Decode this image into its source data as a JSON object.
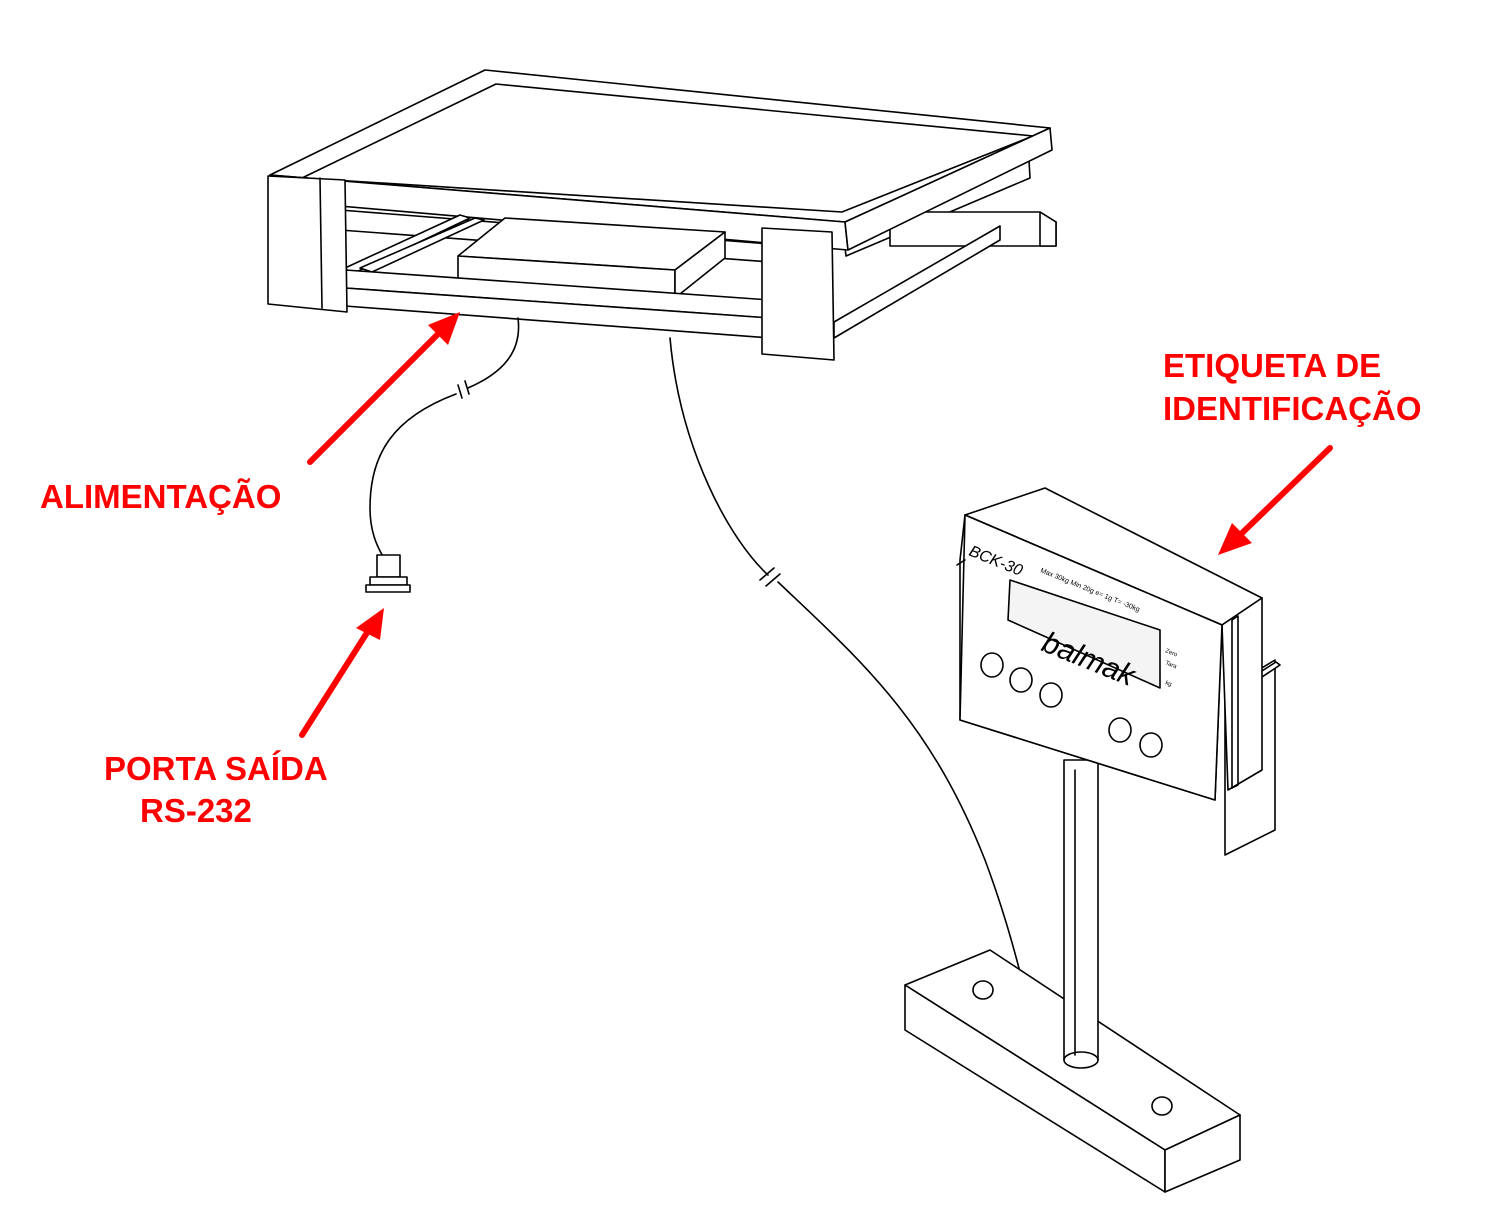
{
  "callouts": {
    "alimentacao": "ALIMENTAÇÃO",
    "porta_saida_line1": "PORTA SAÍDA",
    "porta_saida_line2": "RS-232",
    "etiqueta_line1": "ETIQUETA DE",
    "etiqueta_line2": "IDENTIFICAÇÃO"
  },
  "indicator": {
    "model": "BCK-30",
    "brand": "balmak"
  },
  "colors": {
    "callout": "#ff0000",
    "line_art": "#000000",
    "background": "#ffffff"
  }
}
